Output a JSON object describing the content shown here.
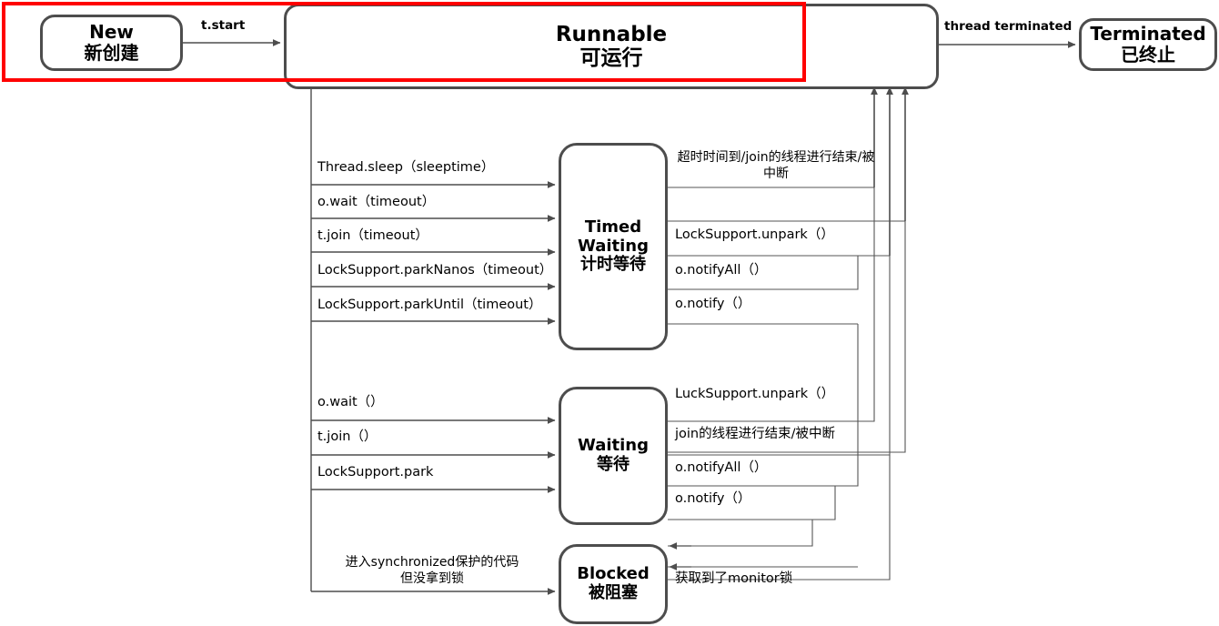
{
  "diagram": {
    "title": "Java Thread State Transition Diagram",
    "colors": {
      "box_border": "#4d4d4d",
      "wire": "#4d4d4d",
      "highlight": "#ff0000",
      "background": "#ffffff"
    },
    "highlight_note": "red-rectangle-around-new-state"
  },
  "states": {
    "new": {
      "en": "New",
      "zh": "新创建"
    },
    "runnable": {
      "en": "Runnable",
      "zh": "可运行"
    },
    "terminated": {
      "en": "Terminated",
      "zh": "已终止"
    },
    "timed_waiting": {
      "en_line1": "Timed",
      "en_line2": "Waiting",
      "zh": "计时等待"
    },
    "waiting": {
      "en": "Waiting",
      "zh": "等待"
    },
    "blocked": {
      "en": "Blocked",
      "zh": "被阻塞"
    }
  },
  "transitions": {
    "start": "t.start",
    "terminate": "thread terminated",
    "to_timed_waiting": [
      "Thread.sleep（sleeptime）",
      "o.wait（timeout）",
      "t.join（timeout）",
      "LockSupport.parkNanos（timeout）",
      "LockSupport.parkUntil（timeout）"
    ],
    "from_timed_waiting": [
      "超时时间到/join的线程进行结束/被中断",
      "LockSupport.unpark（）",
      "o.notifyAll（）",
      "o.notify（）"
    ],
    "to_waiting": [
      "o.wait（）",
      "t.join（）",
      "LockSupport.park"
    ],
    "from_waiting": [
      "LuckSupport.unpark（）",
      "join的线程进行结束/被中断",
      "o.notifyAll（）",
      "o.notify（）"
    ],
    "to_blocked": "进入synchronized保护的代码\n但没拿到锁",
    "to_blocked_line1": "进入synchronized保护的代码",
    "to_blocked_line2": "但没拿到锁",
    "from_blocked": "获取到了monitor锁"
  }
}
